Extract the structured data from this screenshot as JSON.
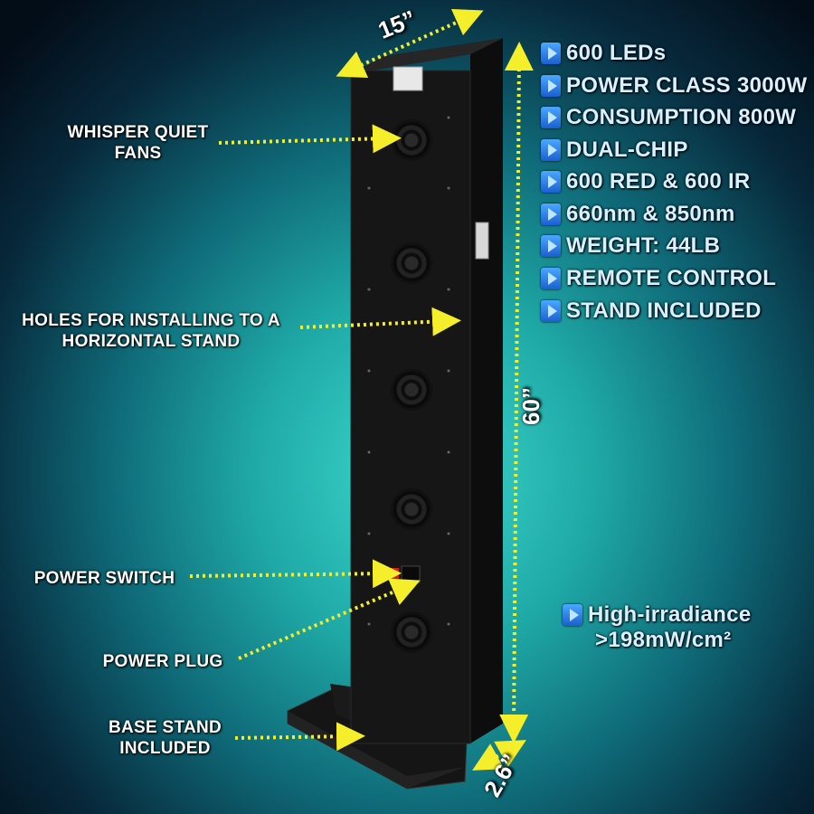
{
  "dimensions": {
    "width": "15”",
    "height": "60”",
    "depth": "2.6”"
  },
  "callouts": {
    "fans": "WHISPER QUIET FANS",
    "holes": "HOLES FOR INSTALLING TO A HORIZONTAL STAND",
    "power_switch": "POWER SWITCH",
    "power_plug": "POWER PLUG",
    "base_stand": "BASE STAND INCLUDED"
  },
  "specs": [
    "600 LEDs",
    "POWER CLASS 3000W",
    "CONSUMPTION 800W",
    "DUAL-CHIP",
    "600 RED & 600 IR",
    "660nm & 850nm",
    "WEIGHT: 44LB",
    "REMOTE CONTROL",
    "STAND INCLUDED"
  ],
  "irradiance": {
    "line1": "High-irradiance",
    "line2": ">198mW/cm²"
  },
  "colors": {
    "accent_line": "#f5ee2a",
    "bullet": "#2a7fe8",
    "spec_text": "#d8f0ff",
    "panel": "#141414"
  },
  "icons": [
    "play-bullet-icon",
    "fan-icon"
  ]
}
